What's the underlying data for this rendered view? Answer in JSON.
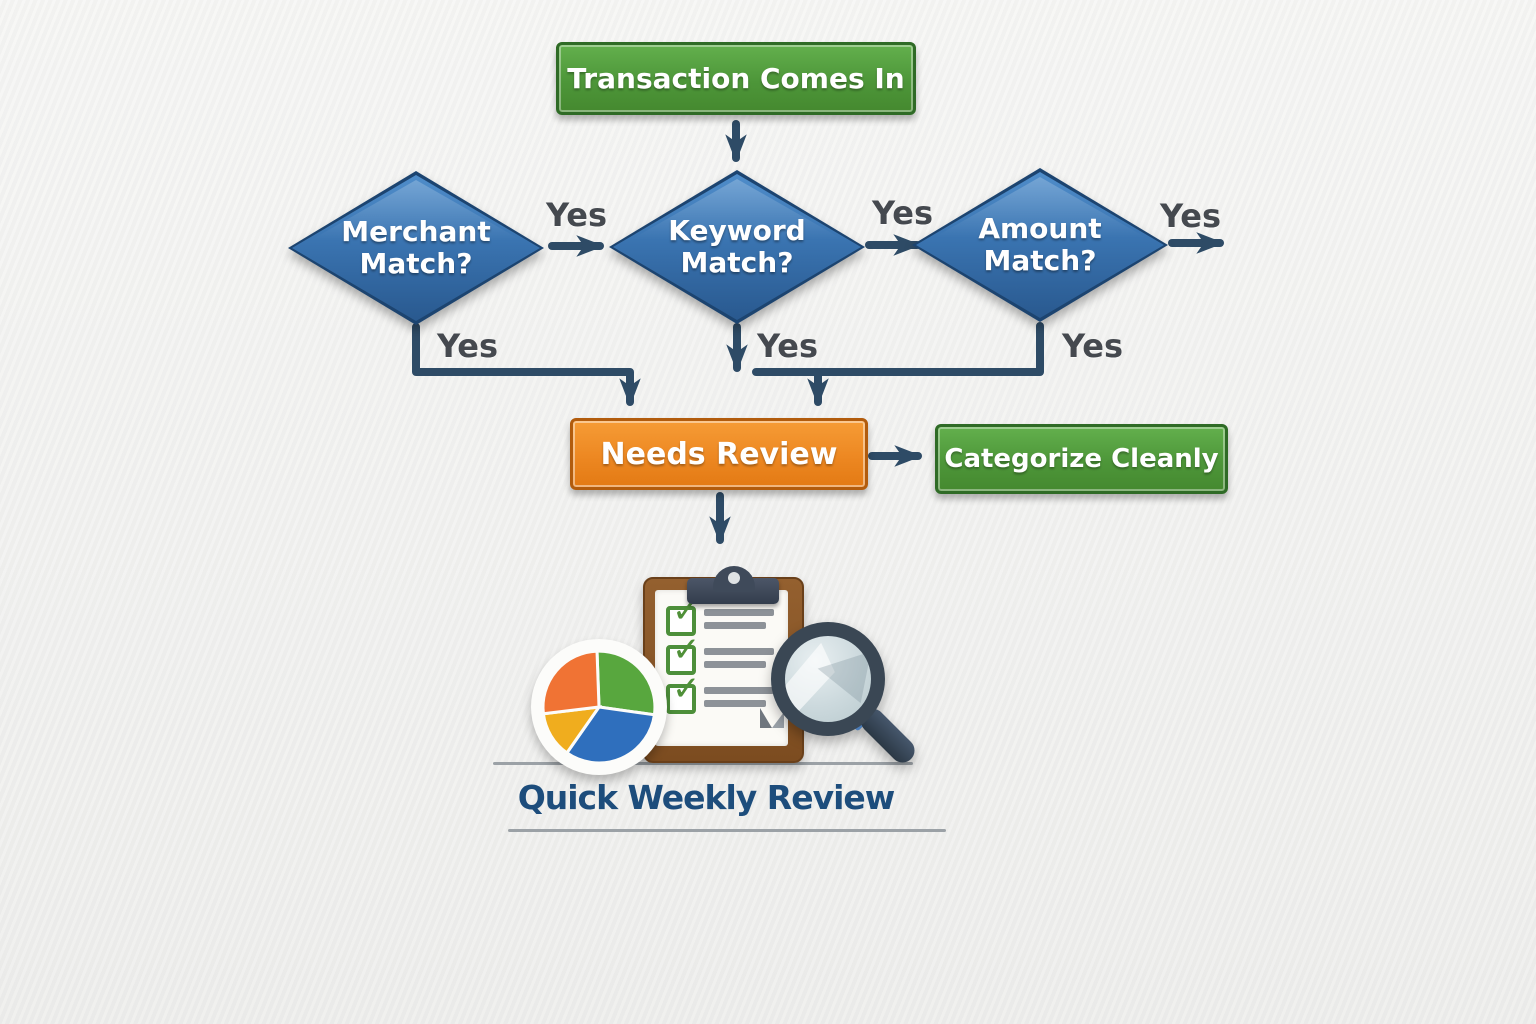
{
  "flow": {
    "start_label": "Transaction Comes In",
    "decisions": [
      {
        "label": "Merchant Match?"
      },
      {
        "label": "Keyword Match?"
      },
      {
        "label": "Amount Match?"
      }
    ],
    "needs_review_label": "Needs Review",
    "categorize_label": "Categorize Cleanly",
    "yes": "Yes",
    "caption": "Quick Weekly Review"
  },
  "colors": {
    "process_green": "#4d9639",
    "decision_blue": "#3a74b1",
    "review_orange": "#ec8620",
    "arrow_navy": "#2e4b66",
    "yes_gray": "#45494f",
    "caption_blue": "#1d4d7c",
    "clipboard_brown": "#8a5728"
  },
  "illustration": {
    "check_glyph": "✓",
    "clipboard_icon": "clipboard-checklist-icon",
    "magnifier_icon": "magnifying-glass-icon",
    "pie": {
      "slices": [
        {
          "name": "green-slice",
          "color": "#58a73e"
        },
        {
          "name": "blue-slice",
          "color": "#2f6fbd"
        },
        {
          "name": "yellow-slice",
          "color": "#f0ad1e"
        },
        {
          "name": "orange-slice",
          "color": "#f07334"
        }
      ]
    }
  }
}
